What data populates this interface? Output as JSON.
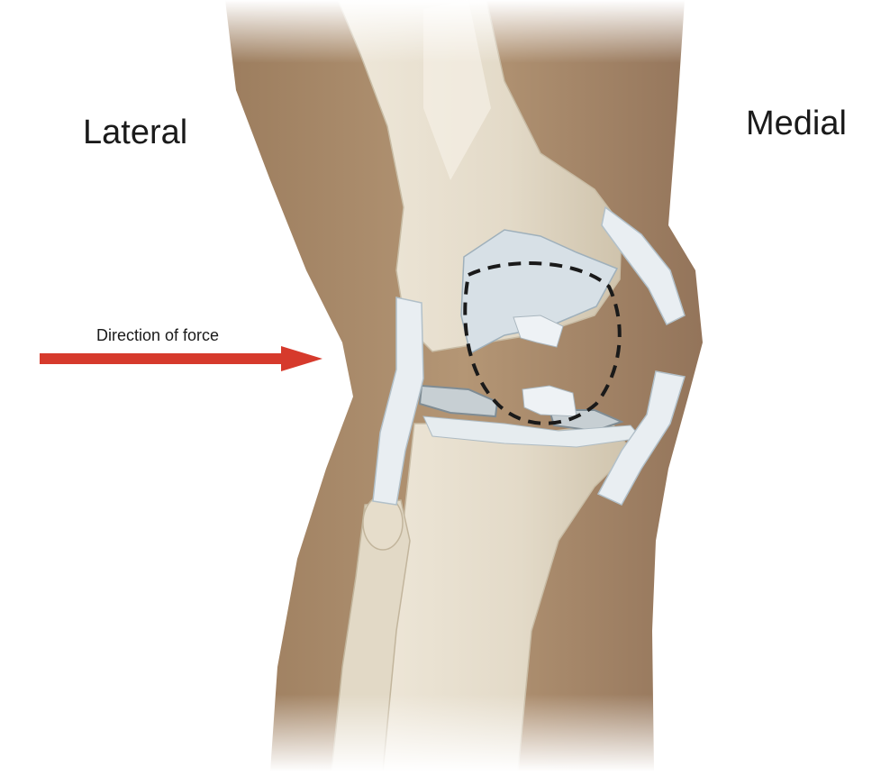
{
  "labels": {
    "lateral": "Lateral",
    "medial": "Medial",
    "force": "Direction of force"
  },
  "colors": {
    "skin": "#a98a6a",
    "skin_dark": "#8f7153",
    "bone": "#e7dfcf",
    "bone_shade": "#d4c9b4",
    "cartilage": "#dfe6ea",
    "ligament": "#e9eef2",
    "arrow": "#d63a2c",
    "dash": "#1a1a1a"
  },
  "icons": {
    "force_arrow": "red-arrow-right",
    "injury_zone": "dashed-circle"
  }
}
